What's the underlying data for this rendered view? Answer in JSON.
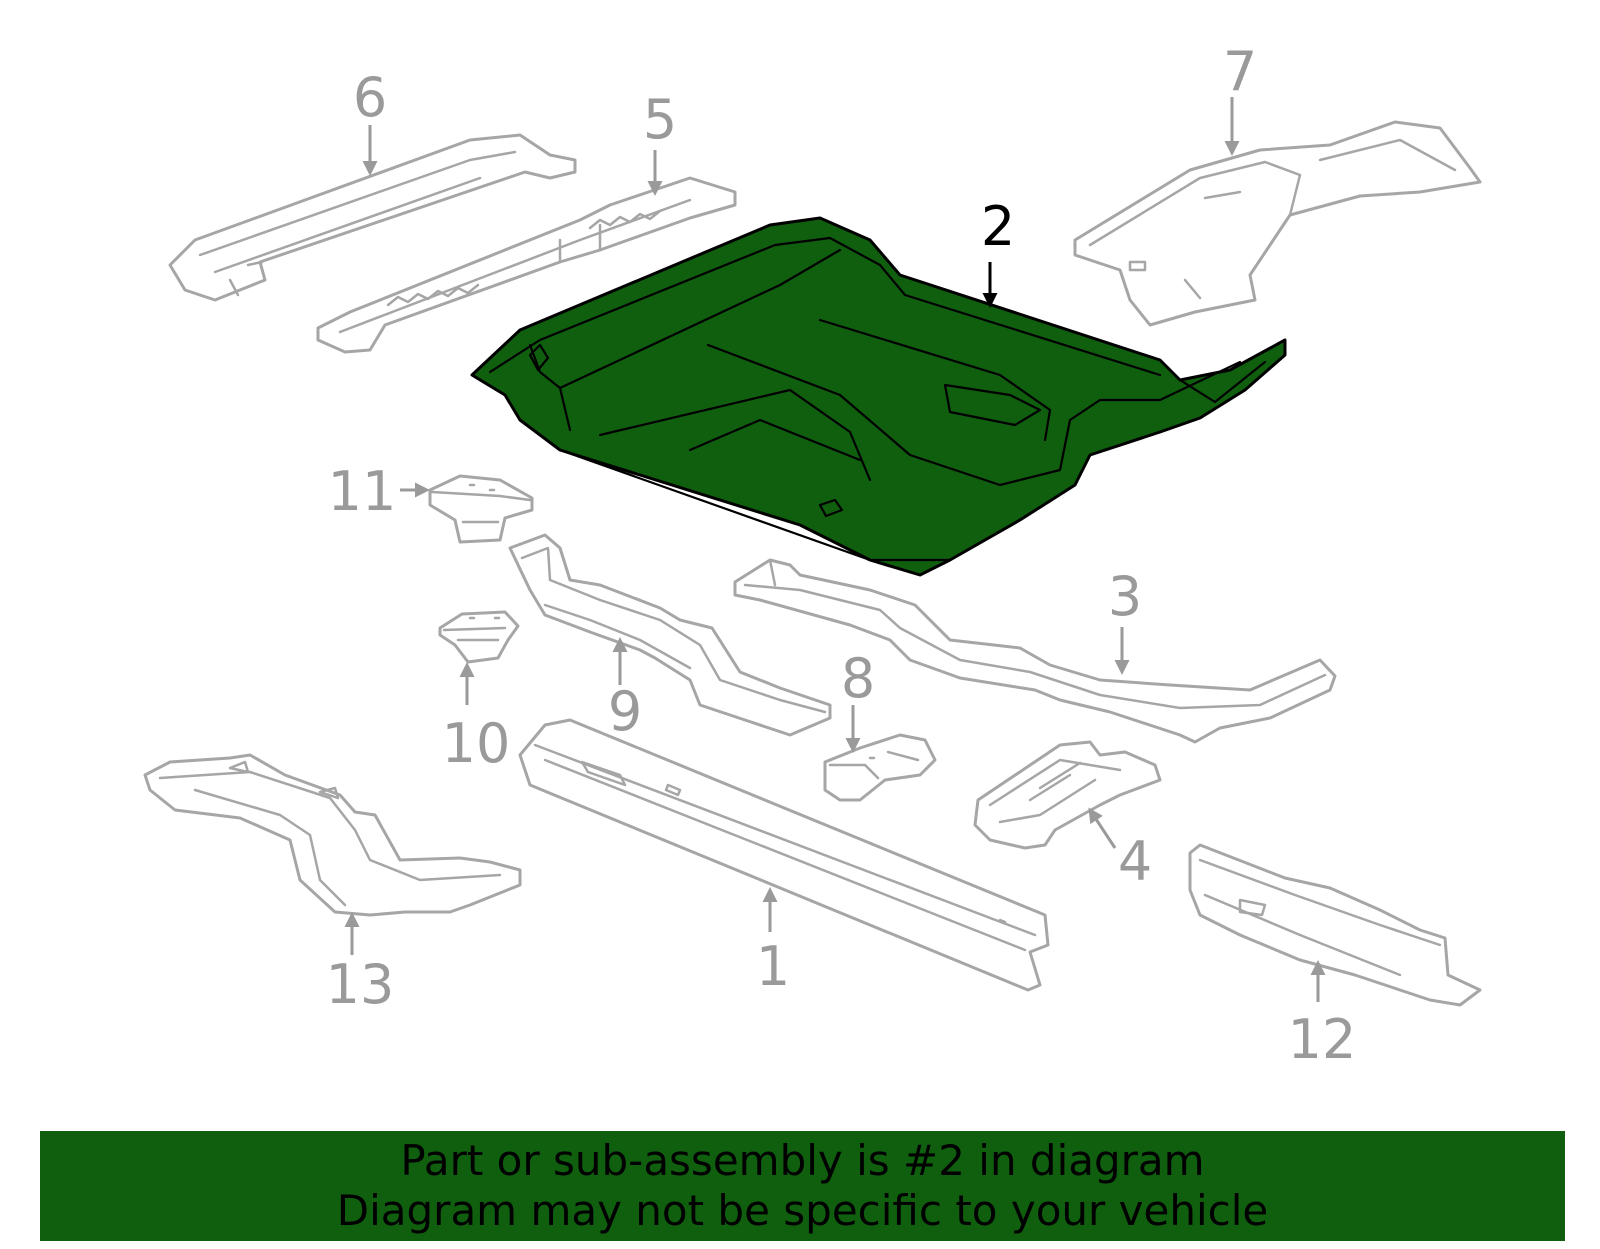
{
  "colors": {
    "highlight_fill": "#0f5f0f",
    "part_outline": "#a6a6a6",
    "callout_gray": "#9a9a9a",
    "callout_active": "#000000",
    "banner_bg": "#0f5f0f"
  },
  "highlighted_part": "2",
  "callouts": {
    "c1": "1",
    "c2": "2",
    "c3": "3",
    "c4": "4",
    "c5": "5",
    "c6": "6",
    "c7": "7",
    "c8": "8",
    "c9": "9",
    "c10": "10",
    "c11": "11",
    "c12": "12",
    "c13": "13"
  },
  "banner": {
    "line1": "Part or sub-assembly is #2 in diagram",
    "line2": "Diagram may not be specific to your vehicle"
  }
}
